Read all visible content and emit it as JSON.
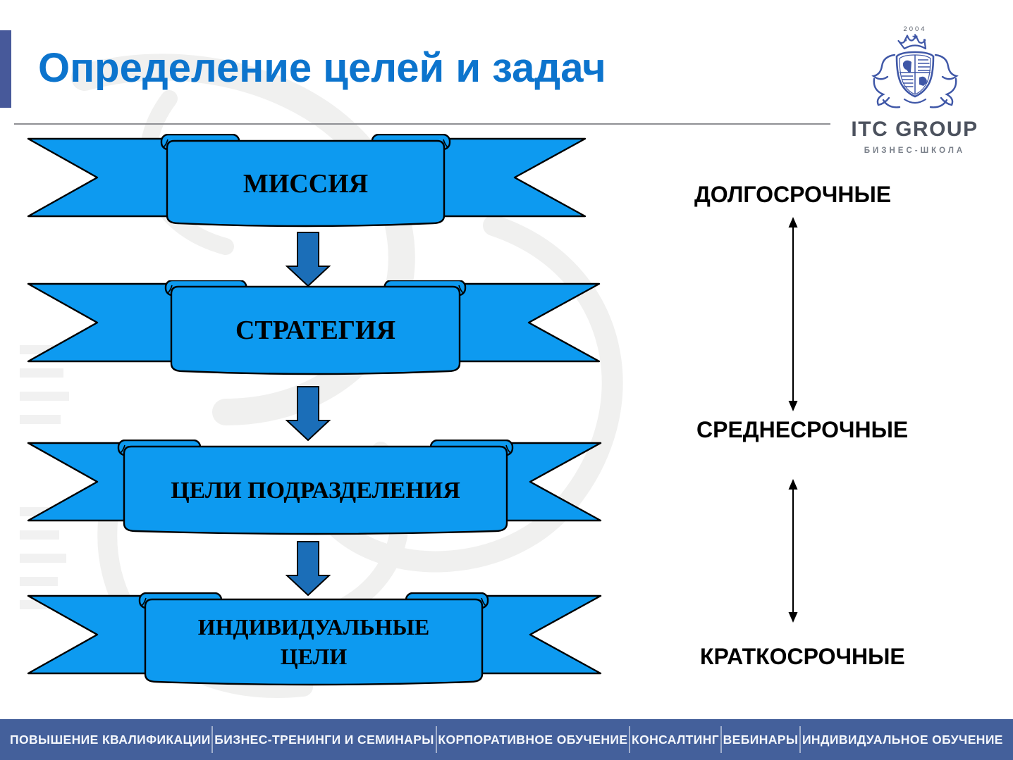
{
  "slide": {
    "title": "Определение целей и задач"
  },
  "logo": {
    "year": "2004",
    "name": "ITC GROUP",
    "subtitle": "БИЗНЕС-ШКОЛА"
  },
  "diagram": {
    "ribbons": [
      {
        "label": "МИССИЯ"
      },
      {
        "label": "СТРАТЕГИЯ"
      },
      {
        "label": "ЦЕЛИ ПОДРАЗДЕЛЕНИЯ"
      },
      {
        "label": "ИНДИВИДУАЛЬНЫЕ\nЦЕЛИ"
      }
    ],
    "timeframes": [
      {
        "label": "ДОЛГОСРОЧНЫЕ"
      },
      {
        "label": "СРЕДНЕСРОЧНЫЕ"
      },
      {
        "label": "КРАТКОСРОЧНЫЕ"
      }
    ],
    "colors": {
      "ribbon_fill": "#0d9af0",
      "arrow_fill": "#1b6eb8",
      "outline": "#000000"
    }
  },
  "theme": {
    "title_color": "#0c74cd",
    "accent_bar_color": "#47599a",
    "footer_bg": "#44609b",
    "crest_color": "#3f57a7"
  },
  "footer": {
    "items": [
      "ПОВЫШЕНИЕ КВАЛИФИКАЦИИ",
      "БИЗНЕС-ТРЕНИНГИ И СЕМИНАРЫ",
      "КОРПОРАТИВНОЕ ОБУЧЕНИЕ",
      "КОНСАЛТИНГ",
      "ВЕБИНАРЫ",
      "ИНДИВИДУАЛЬНОЕ ОБУЧЕНИЕ"
    ]
  }
}
